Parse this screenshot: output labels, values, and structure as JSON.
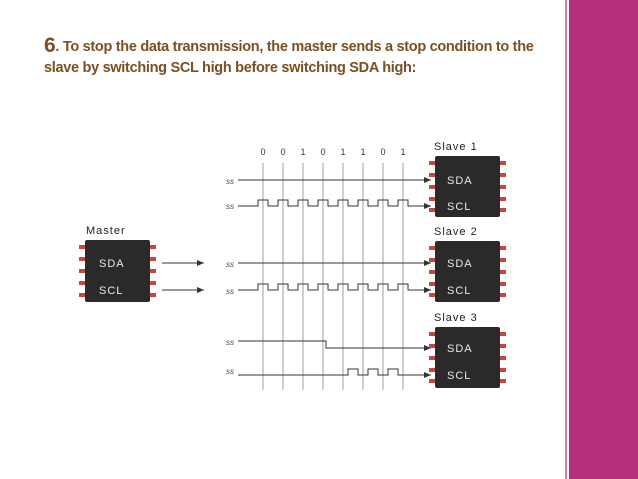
{
  "slide": {
    "step_number": "6",
    "step_text": ". To stop the data transmission, the master sends a stop condition to the slave by switching SCL high before switching SDA high:"
  },
  "diagram": {
    "bits": [
      "0",
      "0",
      "1",
      "0",
      "1",
      "1",
      "0",
      "1"
    ],
    "master": {
      "title": "Master",
      "pins": [
        "SDA",
        "SCL"
      ]
    },
    "slaves": [
      {
        "title": "Slave 1",
        "pins": [
          "SDA",
          "SCL"
        ]
      },
      {
        "title": "Slave 2",
        "pins": [
          "SDA",
          "SCL"
        ]
      },
      {
        "title": "Slave 3",
        "pins": [
          "SDA",
          "SCL"
        ]
      }
    ],
    "break_mark": "ss"
  },
  "colors": {
    "accent_band": "#b5307c",
    "heading_text": "#7a4f22",
    "chip_body": "#2a2a2a",
    "chip_pin": "#c9453f"
  }
}
